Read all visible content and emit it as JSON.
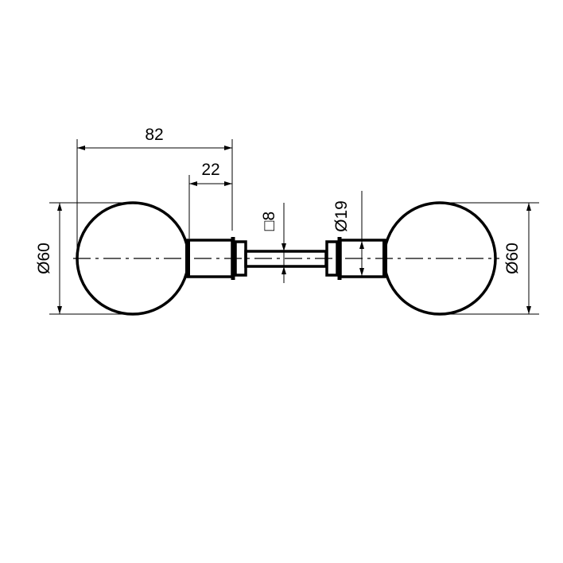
{
  "drawing": {
    "dimensions": {
      "overall_length": "82",
      "neck_length": "22",
      "spindle_square": "□8",
      "rose_diameter": "Ø19",
      "knob_diameter_left": "Ø60",
      "knob_diameter_right": "Ø60"
    }
  }
}
